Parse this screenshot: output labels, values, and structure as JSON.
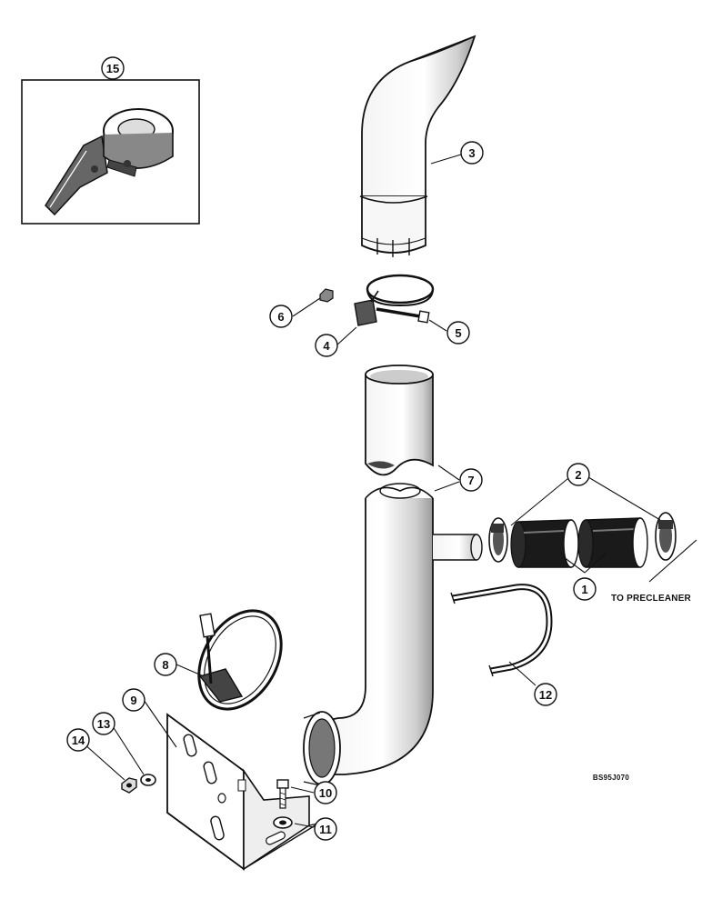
{
  "callouts": {
    "c1": "1",
    "c2": "2",
    "c3": "3",
    "c4": "4",
    "c5": "5",
    "c6": "6",
    "c7": "7",
    "c8": "8",
    "c9": "9",
    "c10": "10",
    "c11": "11",
    "c12": "12",
    "c13": "13",
    "c14": "14",
    "c15": "15"
  },
  "note": "TO PRECLEANER",
  "reference": "BS95J070"
}
